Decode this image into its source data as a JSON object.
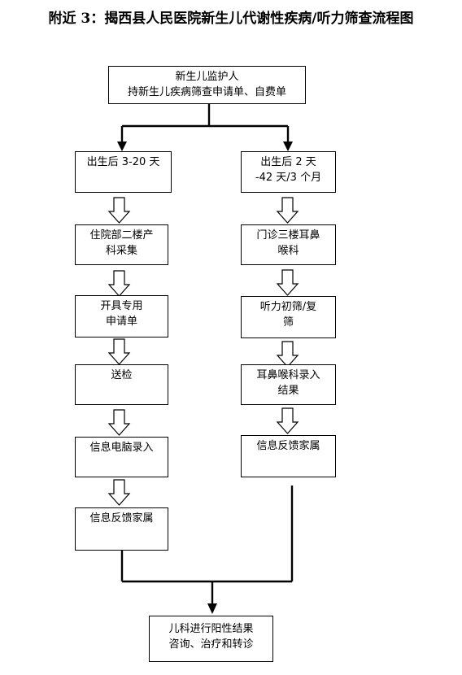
{
  "title": "附近 3：揭西县人民医院新生儿代谢性疾病/听力筛查流程图",
  "top": {
    "line1": "新生儿监护人",
    "line2": "持新生儿疾病筛查申请单、自费单"
  },
  "left": [
    {
      "line1": "出生后 3-20 天",
      "line2": ""
    },
    {
      "line1": "住院部二楼产",
      "line2": "科采集"
    },
    {
      "line1": "开具专用",
      "line2": "申请单"
    },
    {
      "line1": "送检",
      "line2": ""
    },
    {
      "line1": "信息电脑录入",
      "line2": ""
    },
    {
      "line1": "信息反馈家属",
      "line2": ""
    }
  ],
  "right": [
    {
      "line1": "出生后 2 天",
      "line2": "-42 天/3 个月"
    },
    {
      "line1": "门诊三楼耳鼻",
      "line2": "喉科"
    },
    {
      "line1": "听力初筛/复",
      "line2": "筛"
    },
    {
      "line1": "耳鼻喉科录入",
      "line2": "结果"
    },
    {
      "line1": "信息反馈家属",
      "line2": ""
    }
  ],
  "bottom": {
    "line1": "儿科进行阳性结果",
    "line2": "咨询、治疗和转诊"
  }
}
